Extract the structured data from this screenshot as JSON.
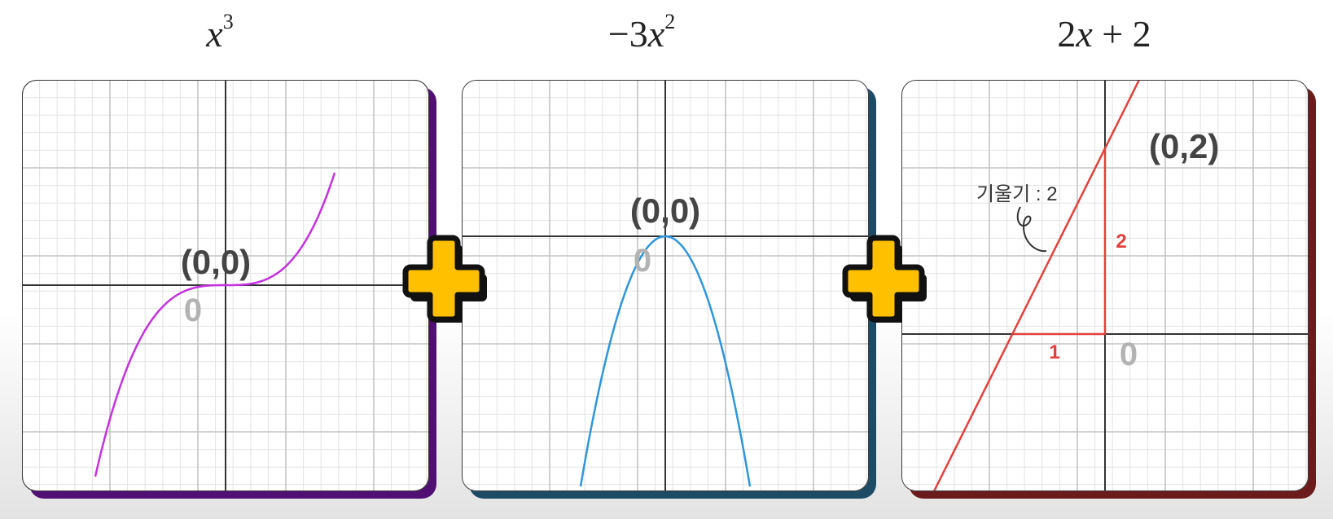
{
  "formulas": {
    "f1": {
      "var": "x",
      "sup": "3"
    },
    "f2": {
      "prefix": "−3",
      "var": "x",
      "sup": "2"
    },
    "f3": {
      "prefix": "2",
      "var": "x",
      "suffix": " + 2"
    }
  },
  "panels": [
    {
      "function": "x^3",
      "curve_color": "#c531e0",
      "shadow_color": "#4f0f73",
      "point_label": "(0,0)",
      "origin_label": "0",
      "x_range": [
        -2.4,
        2.4
      ],
      "y_range": [
        -2.4,
        2.4
      ]
    },
    {
      "function": "-3x^2",
      "curve_color": "#2d96dc",
      "shadow_color": "#1d4b66",
      "point_label": "(0,0)",
      "origin_label": "0",
      "x_range": [
        -2.4,
        2.4
      ],
      "y_range": [
        -2.4,
        2.4
      ]
    },
    {
      "function": "2x+2",
      "curve_color": "#e2403b",
      "shadow_color": "#6b1b1b",
      "point_label": "(0,2)",
      "origin_label": "0",
      "slope_label": "기울기 : 2",
      "rise_label": "2",
      "run_label": "1",
      "x_range": [
        -2.4,
        2.4
      ],
      "y_range": [
        -2.4,
        2.4
      ]
    }
  ],
  "plus_color": "#ffc000",
  "plus_outline": "#111111"
}
